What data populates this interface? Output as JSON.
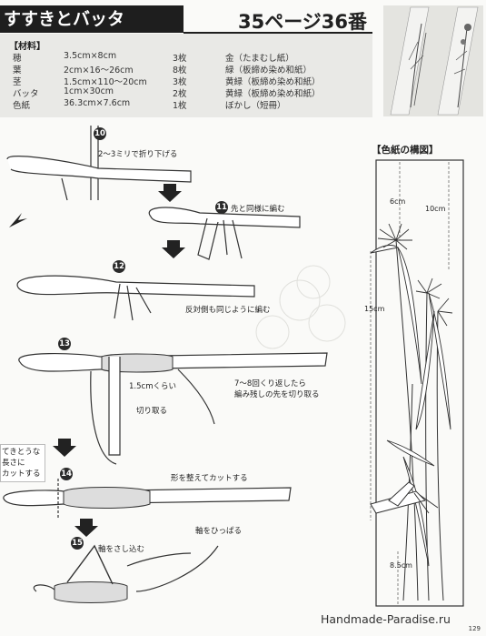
{
  "header": {
    "title": "すすきとバッタ",
    "page_ref": "35ページ36番"
  },
  "materials": {
    "heading": "【材料】",
    "rows": [
      {
        "name": "穂",
        "size": "3.5cm×8cm",
        "qty": "3枚",
        "color": "金（たまむし紙）"
      },
      {
        "name": "葉",
        "size": "2cm×16〜26cm",
        "qty": "8枚",
        "color": "緑（板締め染め和紙）"
      },
      {
        "name": "茎",
        "size": "1.5cm×110〜20cm",
        "qty": "3枚",
        "color": "黄緑（板締め染め和紙）"
      },
      {
        "name": "バッタ",
        "size": "1cm×30cm",
        "qty": "2枚",
        "color": "黄緑（板締め染め和紙）"
      },
      {
        "name": "色紙",
        "size": "36.3cm×7.6cm",
        "qty": "1枚",
        "color": "ぼかし（短冊）"
      }
    ]
  },
  "steps": [
    {
      "num": "10",
      "text": "2〜3ミリで折り下げる"
    },
    {
      "num": "11",
      "text": "先と同様に編む"
    },
    {
      "num": "12",
      "text": "反対側も同じように編む"
    },
    {
      "num": "13",
      "text_a": "1.5cmくらい",
      "text_b": "切り取る",
      "text_c": "7〜8回くり返したら",
      "text_d": "編み残しの先を切り取る"
    },
    {
      "num": "14",
      "text_a": "形を整えてカットする",
      "text_b": "てきとうな",
      "text_c": "長さに",
      "text_d": "カットする"
    },
    {
      "num": "15",
      "text_a": "軸をさし込む",
      "text_b": "軸をひっぱる"
    }
  ],
  "diagram": {
    "title": "【色紙の構図】",
    "dim_a": "6cm",
    "dim_b": "10cm",
    "dim_c": "15cm",
    "dim_d": "8.5cm"
  },
  "footer": {
    "page_number": "129",
    "watermark": "Handmade-Paradise.ru"
  }
}
